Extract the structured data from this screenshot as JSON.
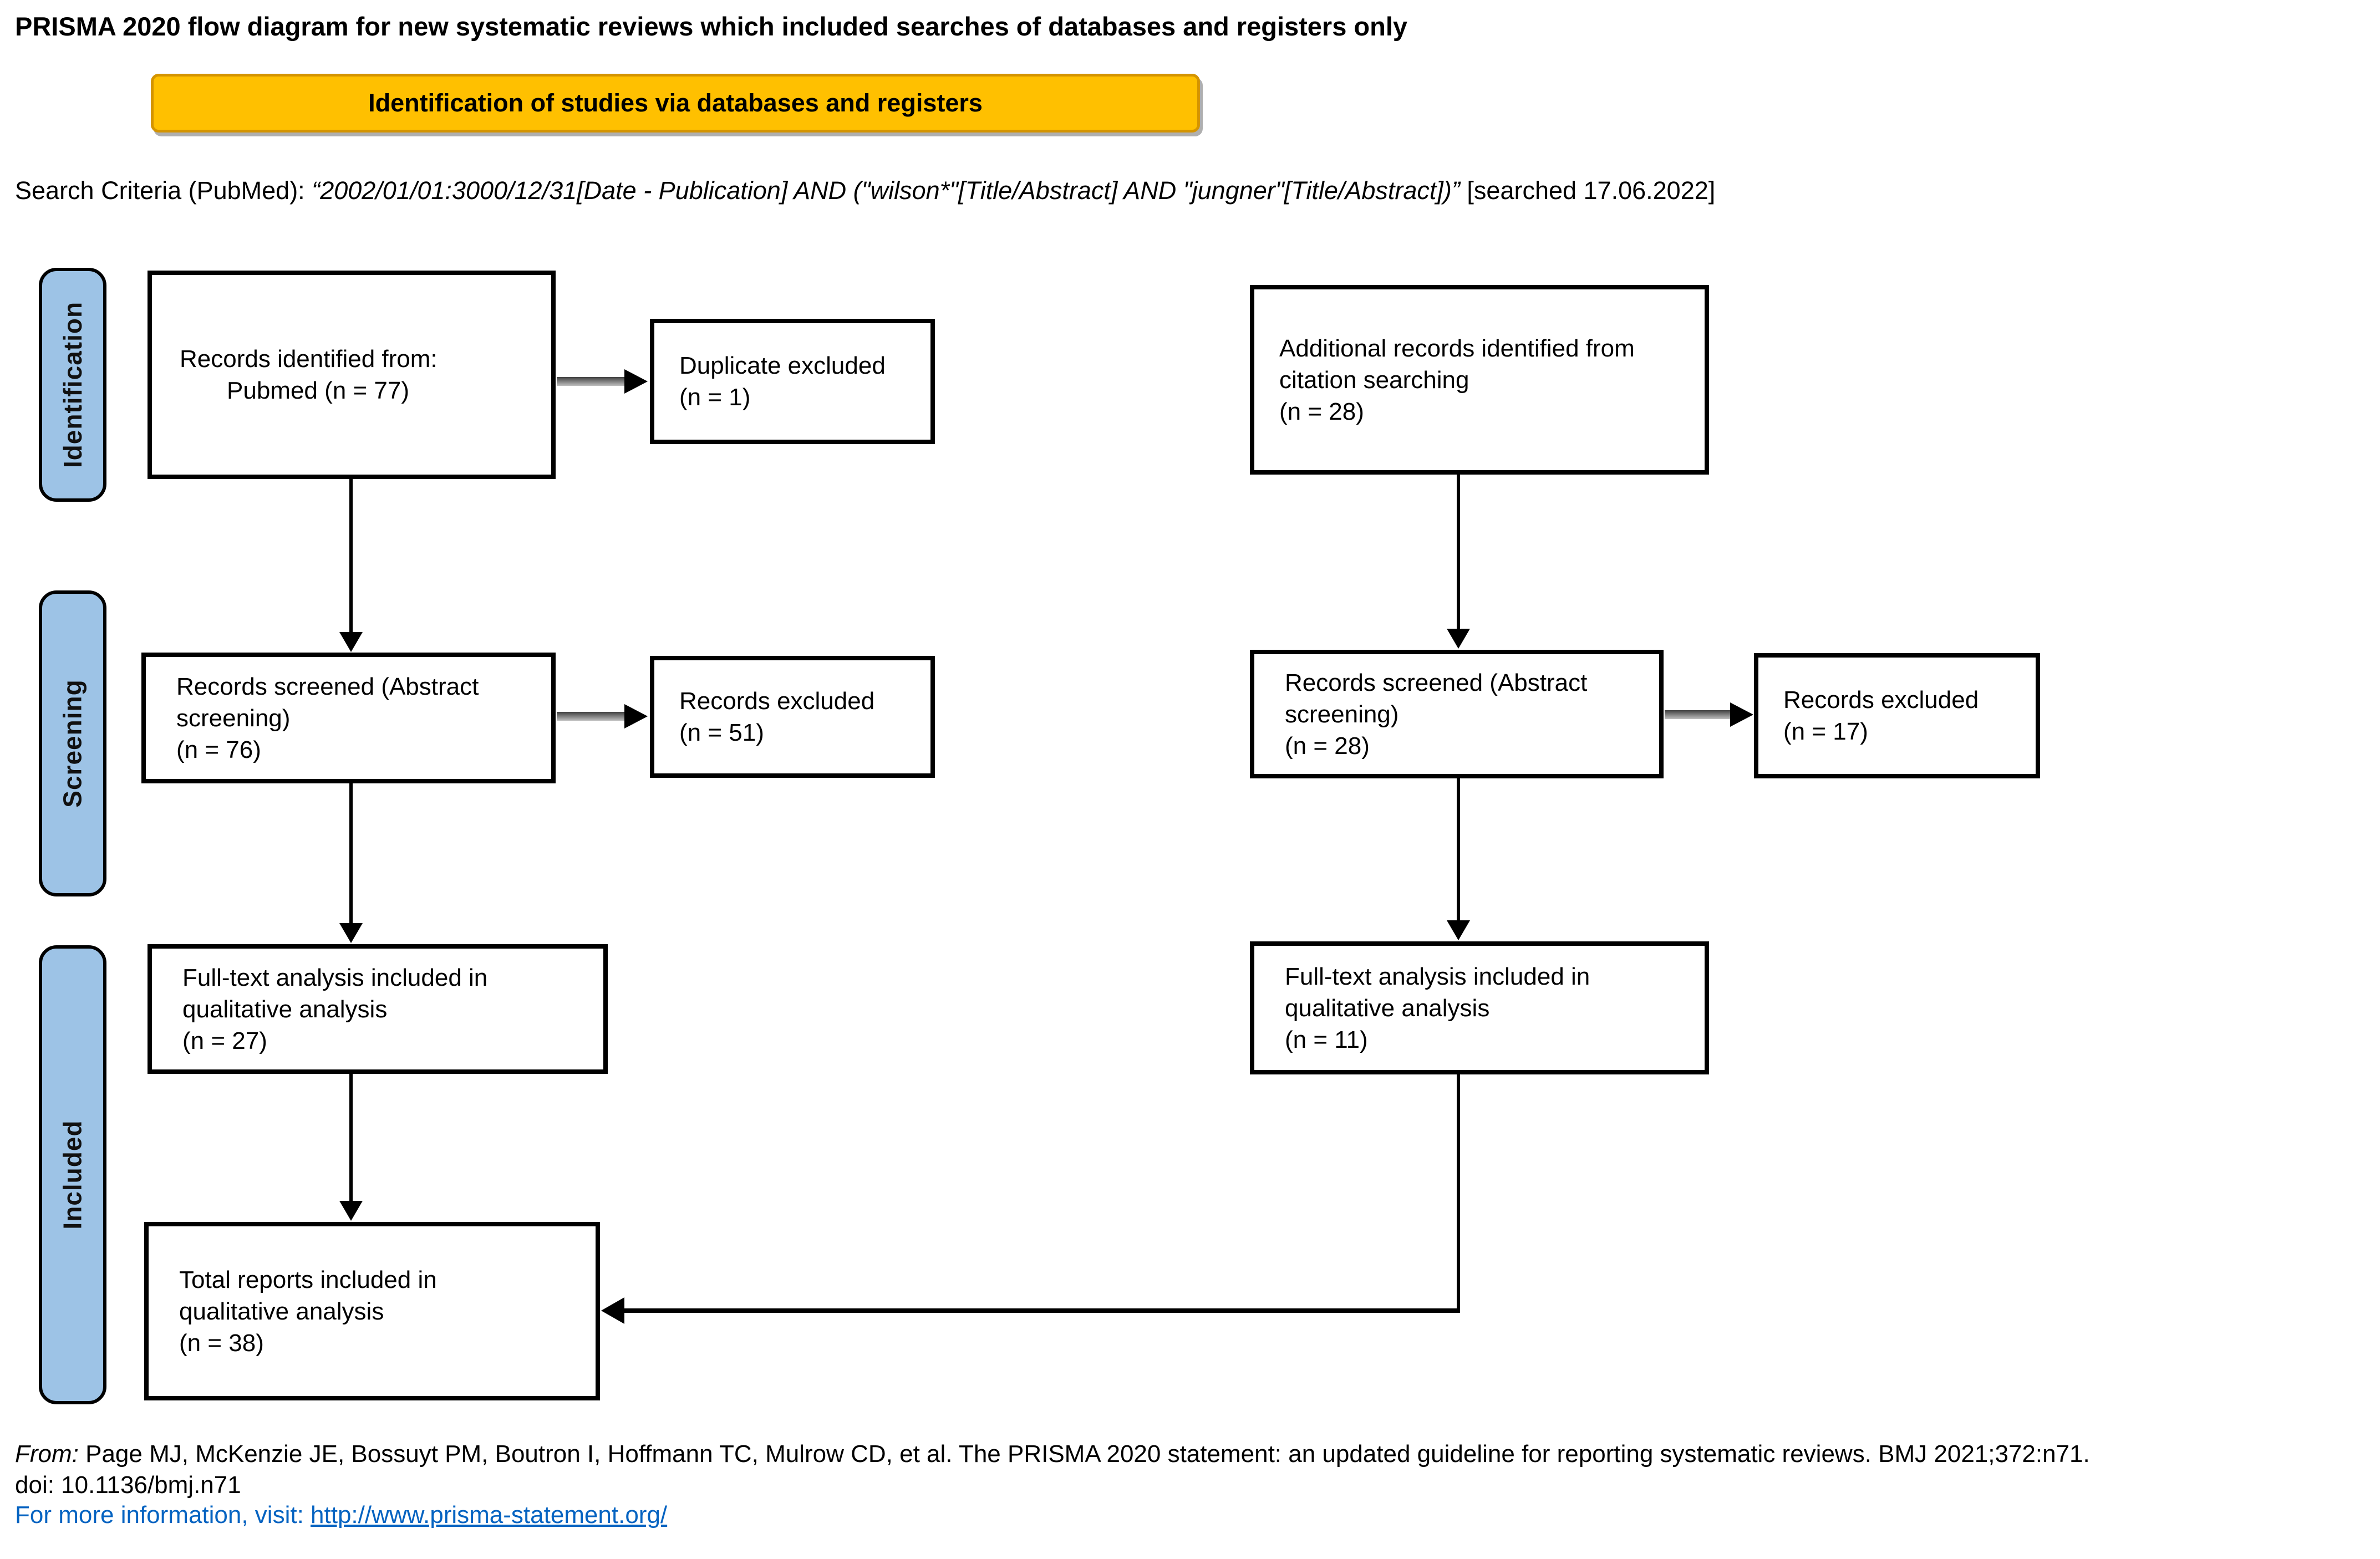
{
  "title": "PRISMA 2020 flow diagram for new systematic reviews which included searches of databases and registers only",
  "banner": {
    "label": "Identification of studies via databases and registers"
  },
  "search_criteria": {
    "prefix": "Search Criteria (PubMed): ",
    "query": "“2002/01/01:3000/12/31[Date - Publication] AND (\"wilson*\"[Title/Abstract] AND \"jungner\"[Title/Abstract])”",
    "suffix": " [searched 17.06.2022]"
  },
  "stage_labels": {
    "identification": "Identification",
    "screening": "Screening",
    "included": "Included"
  },
  "boxes": {
    "records_identified": {
      "lines": [
        "Records identified from:",
        "Pubmed (n = 77)"
      ]
    },
    "duplicate_excluded": {
      "lines": [
        "Duplicate excluded",
        "(n = 1)"
      ]
    },
    "additional_records": {
      "lines": [
        "Additional records identified from",
        "citation searching",
        "(n = 28)"
      ]
    },
    "records_screened_left": {
      "lines": [
        "Records screened (Abstract",
        "screening)",
        "(n = 76)"
      ]
    },
    "records_excluded_left": {
      "lines": [
        "Records excluded",
        "(n = 51)"
      ]
    },
    "records_screened_right": {
      "lines": [
        "Records screened (Abstract",
        "screening)",
        "(n = 28)"
      ]
    },
    "records_excluded_right": {
      "lines": [
        "Records excluded",
        "(n = 17)"
      ]
    },
    "fulltext_left": {
      "lines": [
        "Full-text analysis included in",
        "qualitative analysis",
        "(n = 27)"
      ]
    },
    "fulltext_right": {
      "lines": [
        "Full-text analysis included in",
        "qualitative analysis",
        "(n = 11)"
      ]
    },
    "total_included": {
      "lines": [
        "Total reports included in",
        "qualitative analysis",
        "(n = 38)"
      ]
    }
  },
  "footer": {
    "from_label": "From:",
    "citation": "  Page MJ, McKenzie JE, Bossuyt PM, Boutron I, Hoffmann TC, Mulrow CD, et al. The PRISMA 2020 statement: an updated guideline for reporting systematic reviews. BMJ 2021;372:n71.",
    "doi": "doi: 10.1136/bmj.n71",
    "more_info_prefix": "For more information, visit: ",
    "link": "http://www.prisma-statement.org/"
  },
  "colors": {
    "banner_fill": "#FFC000",
    "banner_border": "#D49400",
    "stage_fill": "#9DC3E6",
    "link_blue": "#0563C1"
  }
}
